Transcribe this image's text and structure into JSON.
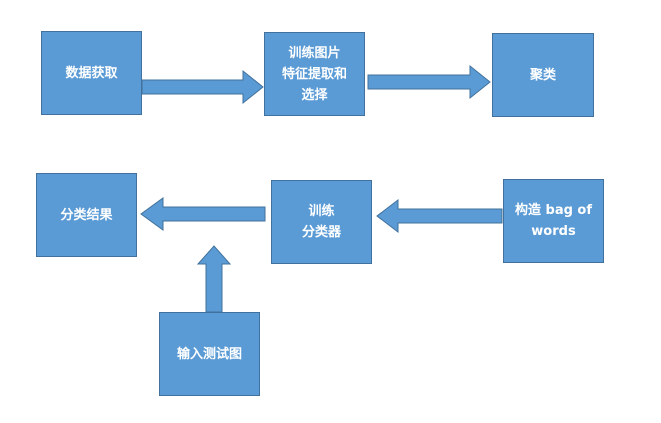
{
  "nodes": {
    "acquire": "数据获取",
    "feature": "训练图片\n特征提取和\n选择",
    "cluster": "聚类",
    "bow": "构造 bag of\nwords",
    "train": "训练\n分类器",
    "result": "分类结果",
    "test": "输入测试图"
  },
  "edges": [
    {
      "from": "数据获取",
      "to": "训练图片特征提取和选择"
    },
    {
      "from": "训练图片特征提取和选择",
      "to": "聚类"
    },
    {
      "from": "构造 bag of words",
      "to": "训练分类器"
    },
    {
      "from": "训练分类器",
      "to": "分类结果"
    },
    {
      "from": "输入测试图",
      "to": "分类结果"
    }
  ],
  "colors": {
    "box_fill": "#5b9bd5",
    "box_border": "#41719c",
    "text": "#ffffff"
  }
}
